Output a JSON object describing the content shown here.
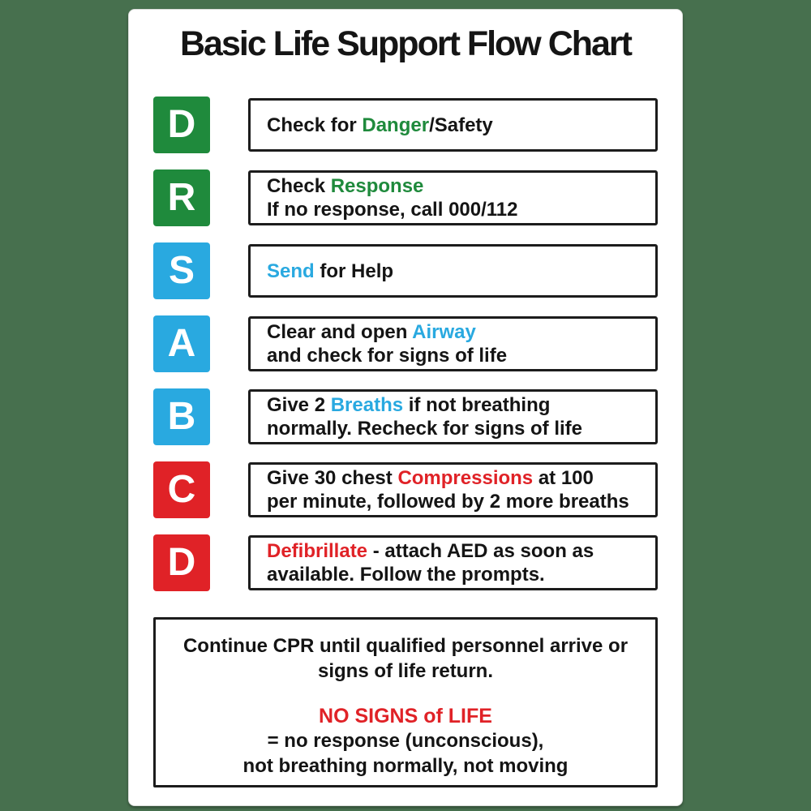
{
  "title": "Basic Life Support Flow Chart",
  "colors": {
    "page_background": "#47704e",
    "poster_background": "#ffffff",
    "green": "#1f8a3c",
    "blue": "#29a9e0",
    "red": "#e02227",
    "text": "#141414",
    "box_border": "#1c1c1c"
  },
  "steps": [
    {
      "letter": "D",
      "color": "green",
      "lines": [
        {
          "segments": [
            {
              "t": "Check for ",
              "c": "black"
            },
            {
              "t": "Danger",
              "c": "green"
            },
            {
              "t": "/Safety",
              "c": "black"
            }
          ]
        }
      ]
    },
    {
      "letter": "R",
      "color": "green",
      "lines": [
        {
          "segments": [
            {
              "t": "Check ",
              "c": "black"
            },
            {
              "t": "Response",
              "c": "green"
            }
          ]
        },
        {
          "segments": [
            {
              "t": "If no response, call 000/112",
              "c": "black"
            }
          ]
        }
      ]
    },
    {
      "letter": "S",
      "color": "blue",
      "lines": [
        {
          "segments": [
            {
              "t": "Send",
              "c": "blue"
            },
            {
              "t": " for Help",
              "c": "black"
            }
          ]
        }
      ]
    },
    {
      "letter": "A",
      "color": "blue",
      "lines": [
        {
          "segments": [
            {
              "t": "Clear and open ",
              "c": "black"
            },
            {
              "t": "Airway",
              "c": "blue"
            }
          ]
        },
        {
          "segments": [
            {
              "t": "and check for signs of life",
              "c": "black"
            }
          ]
        }
      ]
    },
    {
      "letter": "B",
      "color": "blue",
      "lines": [
        {
          "segments": [
            {
              "t": "Give 2 ",
              "c": "black"
            },
            {
              "t": "Breaths",
              "c": "blue"
            },
            {
              "t": " if not breathing",
              "c": "black"
            }
          ]
        },
        {
          "segments": [
            {
              "t": "normally. Recheck for signs of life",
              "c": "black"
            }
          ]
        }
      ]
    },
    {
      "letter": "C",
      "color": "red",
      "lines": [
        {
          "segments": [
            {
              "t": "Give 30 chest ",
              "c": "black"
            },
            {
              "t": "Compressions",
              "c": "red"
            },
            {
              "t": " at 100",
              "c": "black"
            }
          ]
        },
        {
          "segments": [
            {
              "t": "per minute, followed by 2 more breaths",
              "c": "black"
            }
          ]
        }
      ]
    },
    {
      "letter": "D",
      "color": "red",
      "lines": [
        {
          "segments": [
            {
              "t": "Defibrillate",
              "c": "red"
            },
            {
              "t": " - attach AED as soon as",
              "c": "black"
            }
          ]
        },
        {
          "segments": [
            {
              "t": "available. Follow the prompts.",
              "c": "black"
            }
          ]
        }
      ]
    }
  ],
  "footer": {
    "line1": "Continue CPR until qualified personnel arrive or",
    "line2": "signs of life return.",
    "no_signs_heading": "NO SIGNS of LIFE",
    "line3": "= no response (unconscious),",
    "line4": "not breathing normally, not moving"
  }
}
